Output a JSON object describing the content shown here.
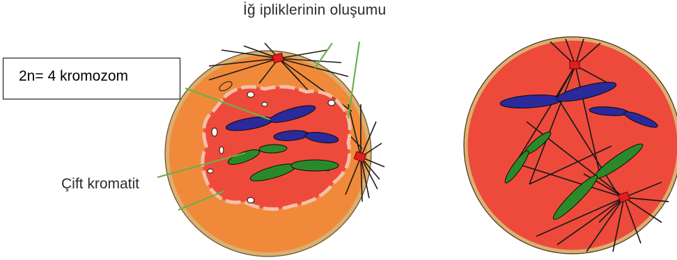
{
  "labels": {
    "spindle_formation": "İğ ipliklerinin oluşumu",
    "chromosome_count": "2n= 4 kromozom",
    "double_chromatid": "Çift kromatit"
  },
  "colors": {
    "cell_fill": "#f08a3a",
    "cell_rim": "#d9b070",
    "cytoplasm_red": "#ee4a3c",
    "chromosome_blue": "#2a2a9a",
    "chromosome_green": "#2a8a2a",
    "pointer_line": "#6ab04a",
    "spindle": "#1a1a1a",
    "centriole": "#e02020"
  }
}
